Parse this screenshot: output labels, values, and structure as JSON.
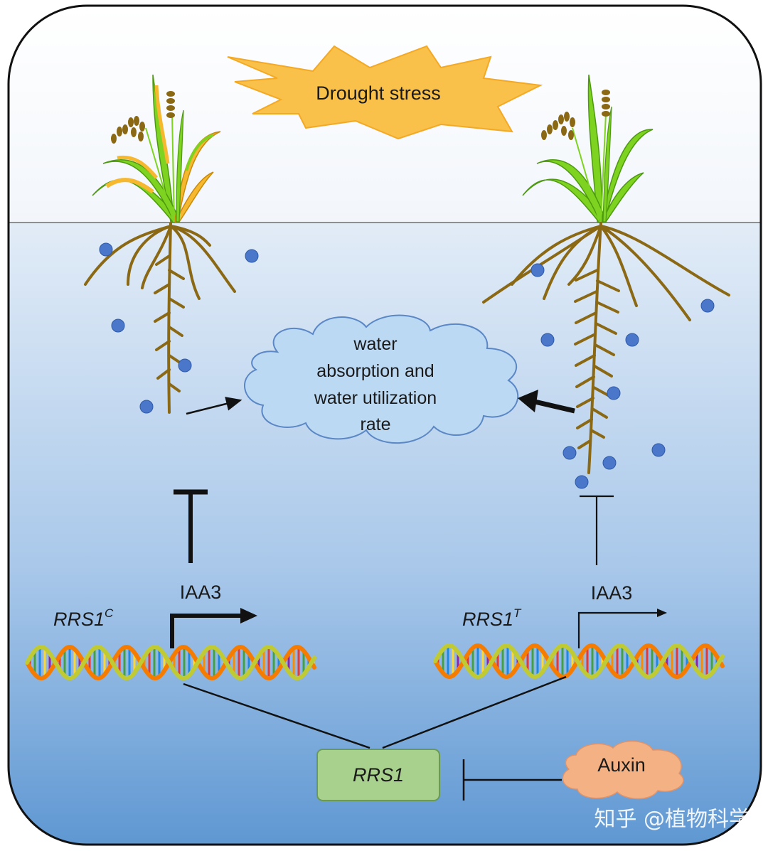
{
  "sun": {
    "label": "Drought stress"
  },
  "cloud": {
    "lines": [
      "water",
      "absorption and",
      "water utilization",
      "rate"
    ]
  },
  "left_gene": {
    "name": "RRS1",
    "superscript": "C",
    "product": "IAA3"
  },
  "right_gene": {
    "name": "RRS1",
    "superscript": "T",
    "product": "IAA3"
  },
  "rrs1_box": {
    "label": "RRS1"
  },
  "auxin": {
    "label": "Auxin"
  },
  "watermark": {
    "text": "知乎 @植物科学"
  },
  "colors": {
    "sky_top": "#ffffff",
    "soil_top": "#dbe8f5",
    "soil_bottom": "#5f9bd4",
    "root": "#8b6914",
    "water_dot": "#4a77c9",
    "cloud_fill": "#bcd9f4",
    "cloud_stroke": "#5b87c5",
    "sun": "#f9c04a",
    "rrs1_box": "#a9d18e",
    "auxin": "#f4b183",
    "leaf_healthy": "#7ed321",
    "leaf_stressed": "#f5b82e",
    "grain": "#8b6914"
  }
}
